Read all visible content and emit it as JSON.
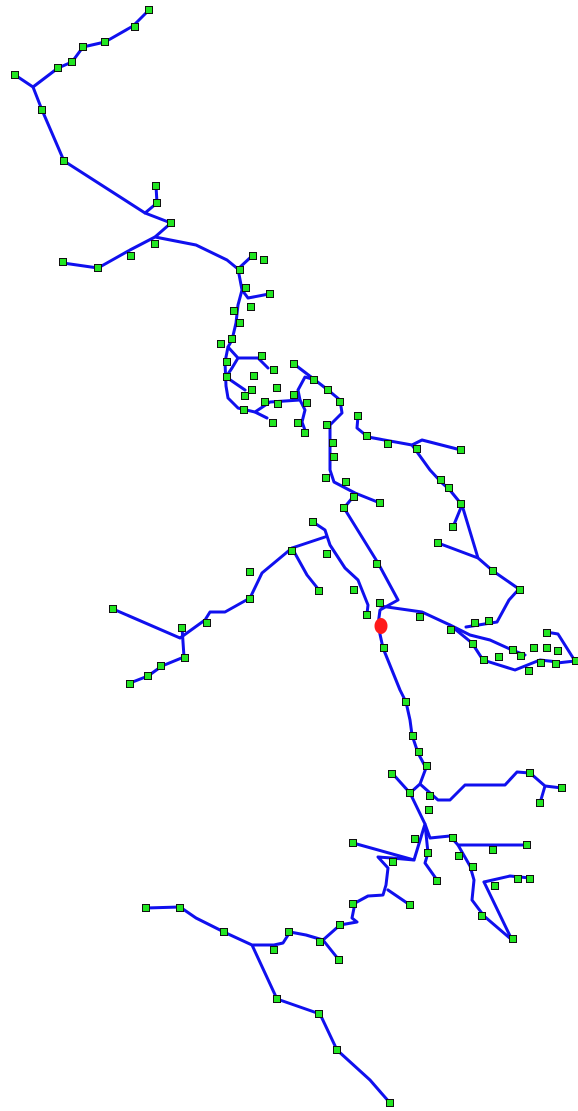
{
  "diagram": {
    "type": "network-tree",
    "edge_color": "#1010ee",
    "node_color": "#22e622",
    "node_border_color": "#111111",
    "root_node_color": "#ff1a1a",
    "background_color": "#ffffff",
    "node_shape": "square",
    "root_node_shape": "ellipse"
  }
}
